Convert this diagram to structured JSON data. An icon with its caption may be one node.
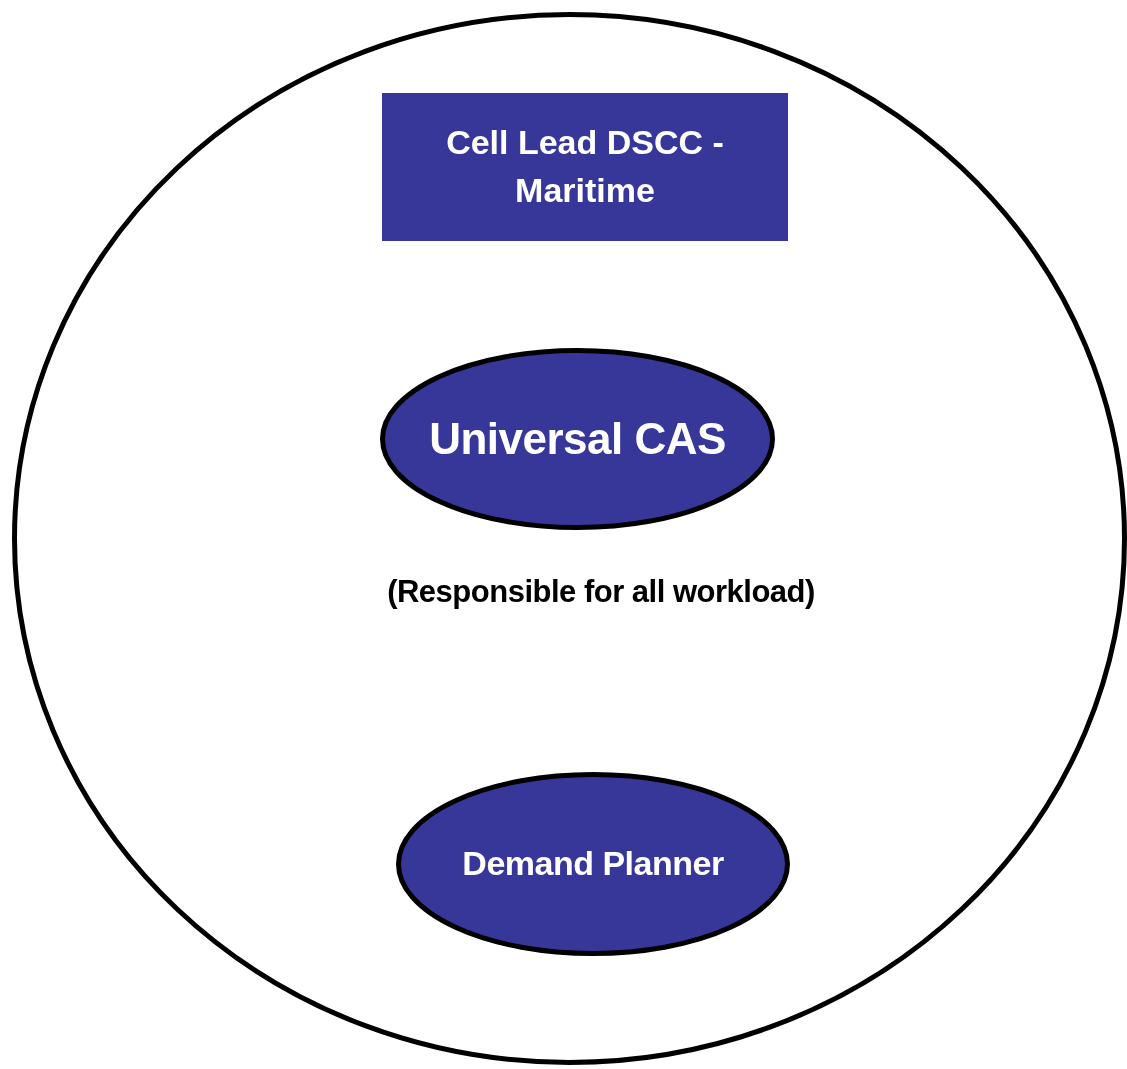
{
  "diagram": {
    "nodes": [
      {
        "text": [],
        "shape": "circle"
      },
      {
        "text": [
          "Cell Lead DSCC - Maritime"
        ],
        "in": 0
      },
      {
        "text": [
          "Universal CAS"
        ],
        "in": 0,
        "beside": [
          "(Responsible for all workload)"
        ]
      },
      {
        "text": [
          "Demand Planner"
        ],
        "in": 0
      }
    ],
    "edges": []
  }
}
